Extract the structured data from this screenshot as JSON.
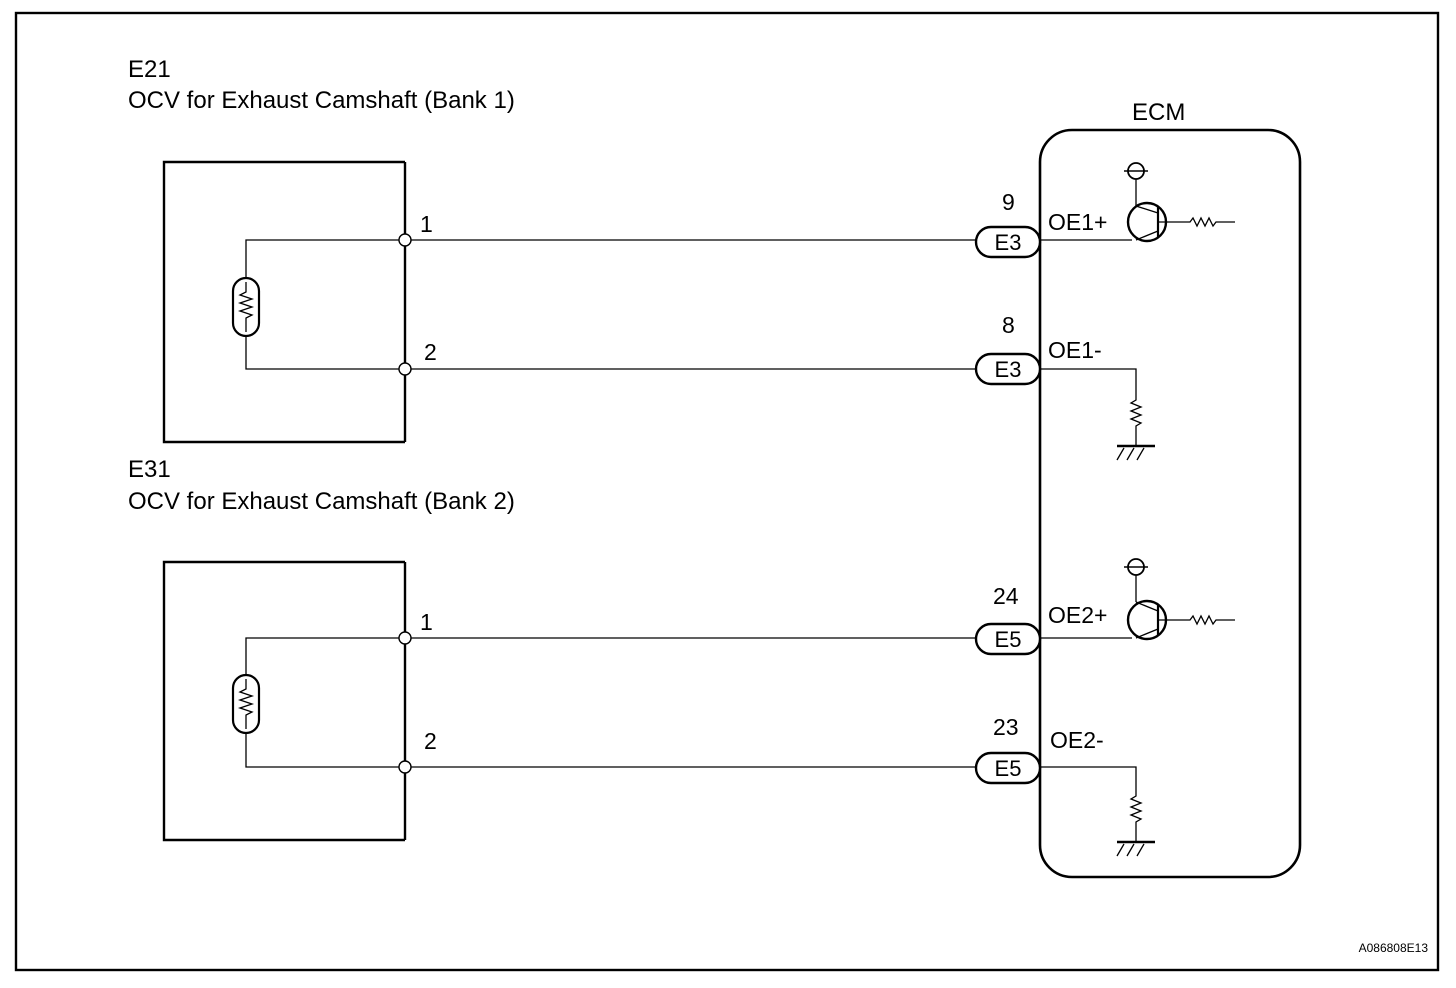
{
  "components": {
    "e21": {
      "code": "E21",
      "name": "OCV for Exhaust Camshaft  (Bank 1)",
      "pin_1": "1",
      "pin_2": "2"
    },
    "e31": {
      "code": "E31",
      "name": "OCV for Exhaust Camshaft (Bank 2)",
      "pin_1": "1",
      "pin_2": "2"
    },
    "ecm": {
      "title": "ECM"
    }
  },
  "connections": [
    {
      "pin": "9",
      "connector": "E3",
      "signal": "OE1+"
    },
    {
      "pin": "8",
      "connector": "E3",
      "signal": "OE1-"
    },
    {
      "pin": "24",
      "connector": "E5",
      "signal": "OE2+"
    },
    {
      "pin": "23",
      "connector": "E5",
      "signal": "OE2-"
    }
  ],
  "reference_code": "A086808E13",
  "icons": [
    "resistor-icon",
    "transistor-icon",
    "ground-icon",
    "power-source-icon"
  ]
}
